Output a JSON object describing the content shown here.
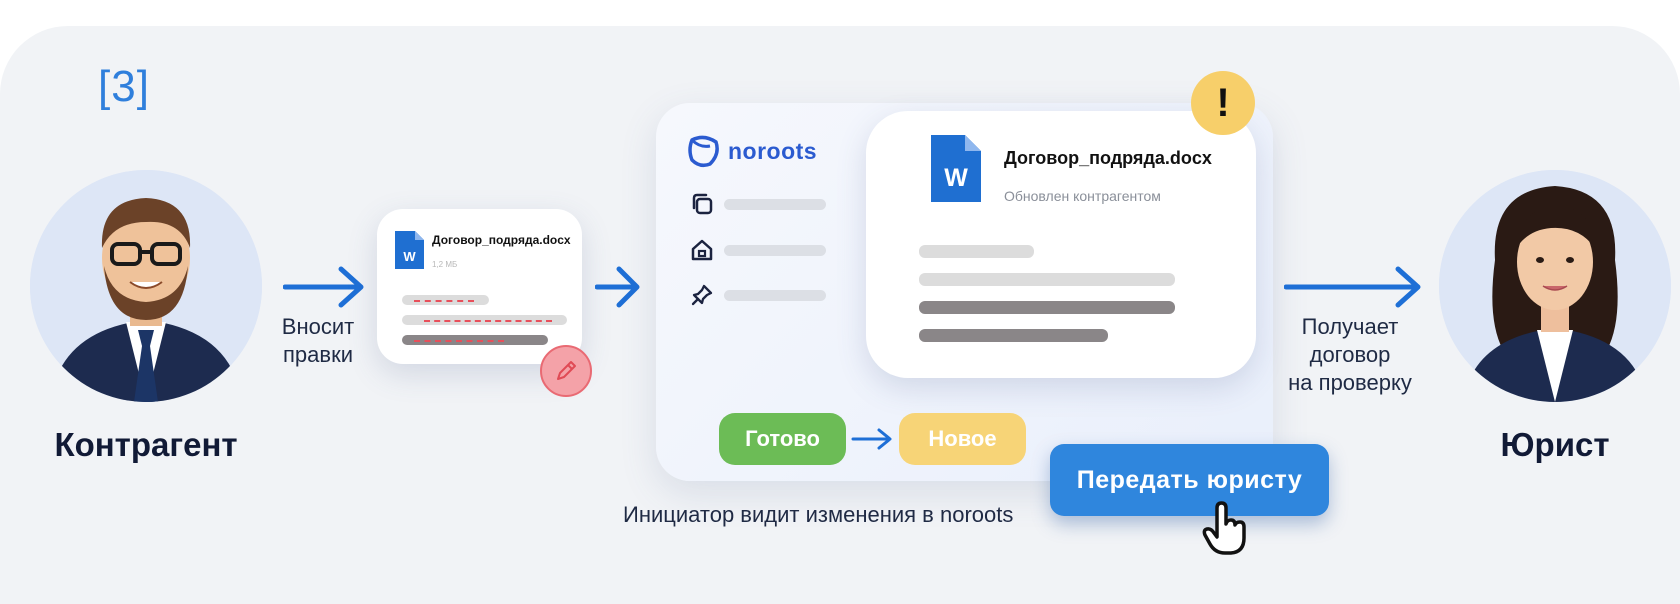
{
  "step_tag": "[3]",
  "left_person": {
    "label": "Контрагент"
  },
  "left_caption": {
    "line1": "Вносит",
    "line2": "правки"
  },
  "small_doc": {
    "filename": "Договор_подряда.docx",
    "size": "1,2 МБ",
    "icon_letter": "W"
  },
  "app": {
    "brand": "noroots",
    "document": {
      "filename": "Договор_подряда.docx",
      "status": "Обновлен контрагентом",
      "icon_letter": "W"
    },
    "alert_mark": "!",
    "status_from": "Готово",
    "status_to": "Новое",
    "send_button": "Передать юристу",
    "caption": "Инициатор видит изменения в noroots"
  },
  "right_caption": {
    "line1": "Получает",
    "line2": "договор",
    "line3": "на проверку"
  },
  "right_person": {
    "label": "Юрист"
  },
  "colors": {
    "accent_blue": "#2f86dd",
    "brand_blue": "#2b5bd0",
    "done_green": "#6cbc56",
    "new_yellow": "#f7d477",
    "alert_yellow": "#f7cf6a",
    "word_blue": "#1f6fd1"
  },
  "icons": [
    "word-doc-icon",
    "pencil-icon",
    "copy-icon",
    "home-icon",
    "pin-icon",
    "noroots-logo-icon",
    "hand-pointer-icon",
    "arrow-right-icon"
  ]
}
